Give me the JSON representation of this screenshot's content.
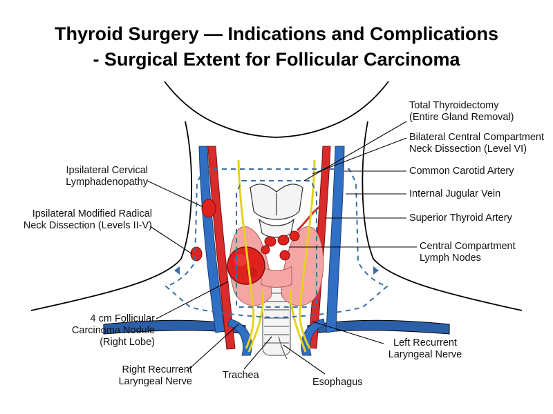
{
  "title": {
    "line1": "Thyroid Surgery — Indications and Complications",
    "line2": "- Surgical Extent for Follicular Carcinoma"
  },
  "colors": {
    "artery": "#d92b2b",
    "vein": "#2f6fc4",
    "nerve": "#f2e33c",
    "thyroid": "#f3a6a4",
    "tumor": "#e0221e",
    "cartilage": "#f4f4f4",
    "dissection_outline": "#3a6ea5"
  },
  "labels": {
    "total_thyroidectomy": [
      "Total Thyroidectomy",
      "(Entire Gland Removal)"
    ],
    "central_dissection": [
      "Bilateral Central Compartment",
      "Neck Dissection (Level VI)"
    ],
    "common_carotid": [
      "Common Carotid Artery"
    ],
    "internal_jugular": [
      "Internal Jugular Vein"
    ],
    "superior_thyroid_artery": [
      "Superior Thyroid Artery"
    ],
    "central_nodes": [
      "Central Compartment",
      "Lymph Nodes"
    ],
    "left_rln": [
      "Left Recurrent",
      "Laryngeal Nerve"
    ],
    "esophagus": [
      "Esophagus"
    ],
    "trachea": [
      "Trachea"
    ],
    "right_rln": [
      "Right Recurrent",
      "Laryngeal Nerve"
    ],
    "nodule": [
      "4 cm Follicular",
      "Carcinoma Nodule",
      "(Right Lobe)"
    ],
    "modified_radical": [
      "Ipsilateral Modified Radical",
      "Neck Dissection (Levels II-V)"
    ],
    "cervical_lymph": [
      "Ipsilateral Cervical",
      "Lymphadenopathy"
    ]
  }
}
